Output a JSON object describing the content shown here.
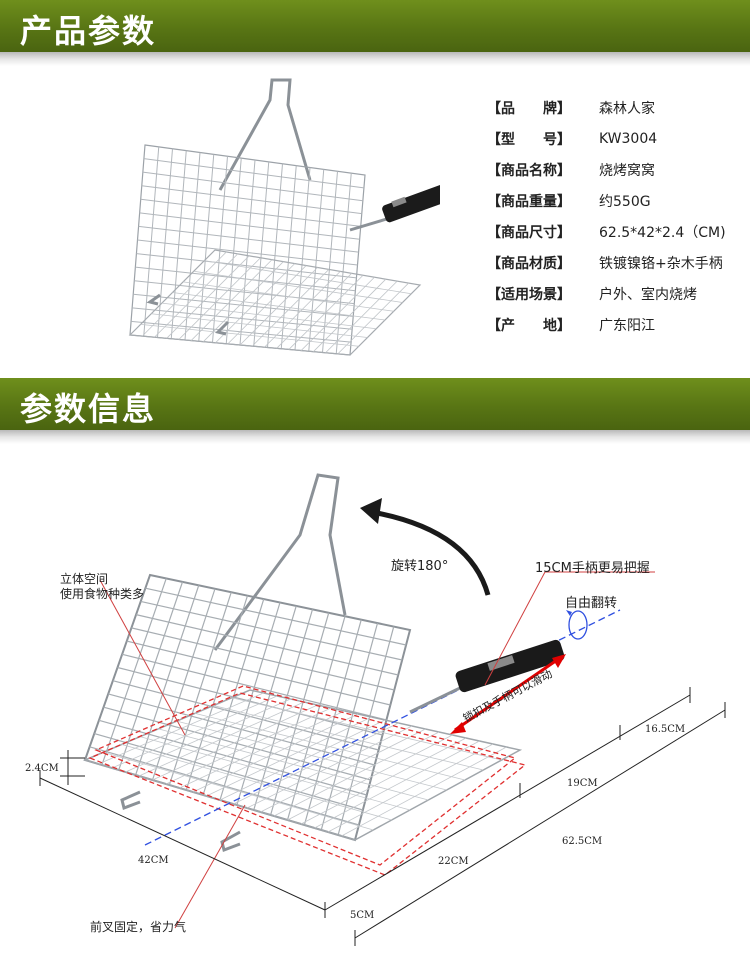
{
  "sections": [
    {
      "title": "产品参数"
    },
    {
      "title": "参数信息"
    }
  ],
  "specs": [
    {
      "label": "【品　　牌】",
      "value": "森林人家"
    },
    {
      "label": "【型　　号】",
      "value": "KW3004"
    },
    {
      "label": "【商品名称】",
      "value": "烧烤窝窝"
    },
    {
      "label": "【商品重量】",
      "value": "约550G"
    },
    {
      "label": "【商品尺寸】",
      "value": "62.5*42*2.4（CM)"
    },
    {
      "label": "【商品材质】",
      "value": "铁镀镍铬+杂木手柄"
    },
    {
      "label": "【适用场景】",
      "value": "户外、室内烧烤"
    },
    {
      "label": "【产　　地】",
      "value": "广东阳江"
    }
  ],
  "diagram": {
    "rotate": "旋转180°",
    "handle_grip": "15CM手柄更易把握",
    "free_flip": "自由翻转",
    "slide": "锁扣及手柄可以滑动",
    "space_note_1": "立体空间",
    "space_note_2": "使用食物种类多",
    "fork_note": "前叉固定，省力气",
    "dims": {
      "height": "2.4CM",
      "width": "42CM",
      "basket_len": "22CM",
      "foot": "5CM",
      "handle_len": "19CM",
      "handle_part": "16.5CM",
      "total_len": "62.5CM"
    }
  },
  "colors": {
    "banner": "#587514",
    "slide_arrow": "#e00000",
    "outline_dash": "#e03030",
    "axis_dash": "#3050e0"
  }
}
